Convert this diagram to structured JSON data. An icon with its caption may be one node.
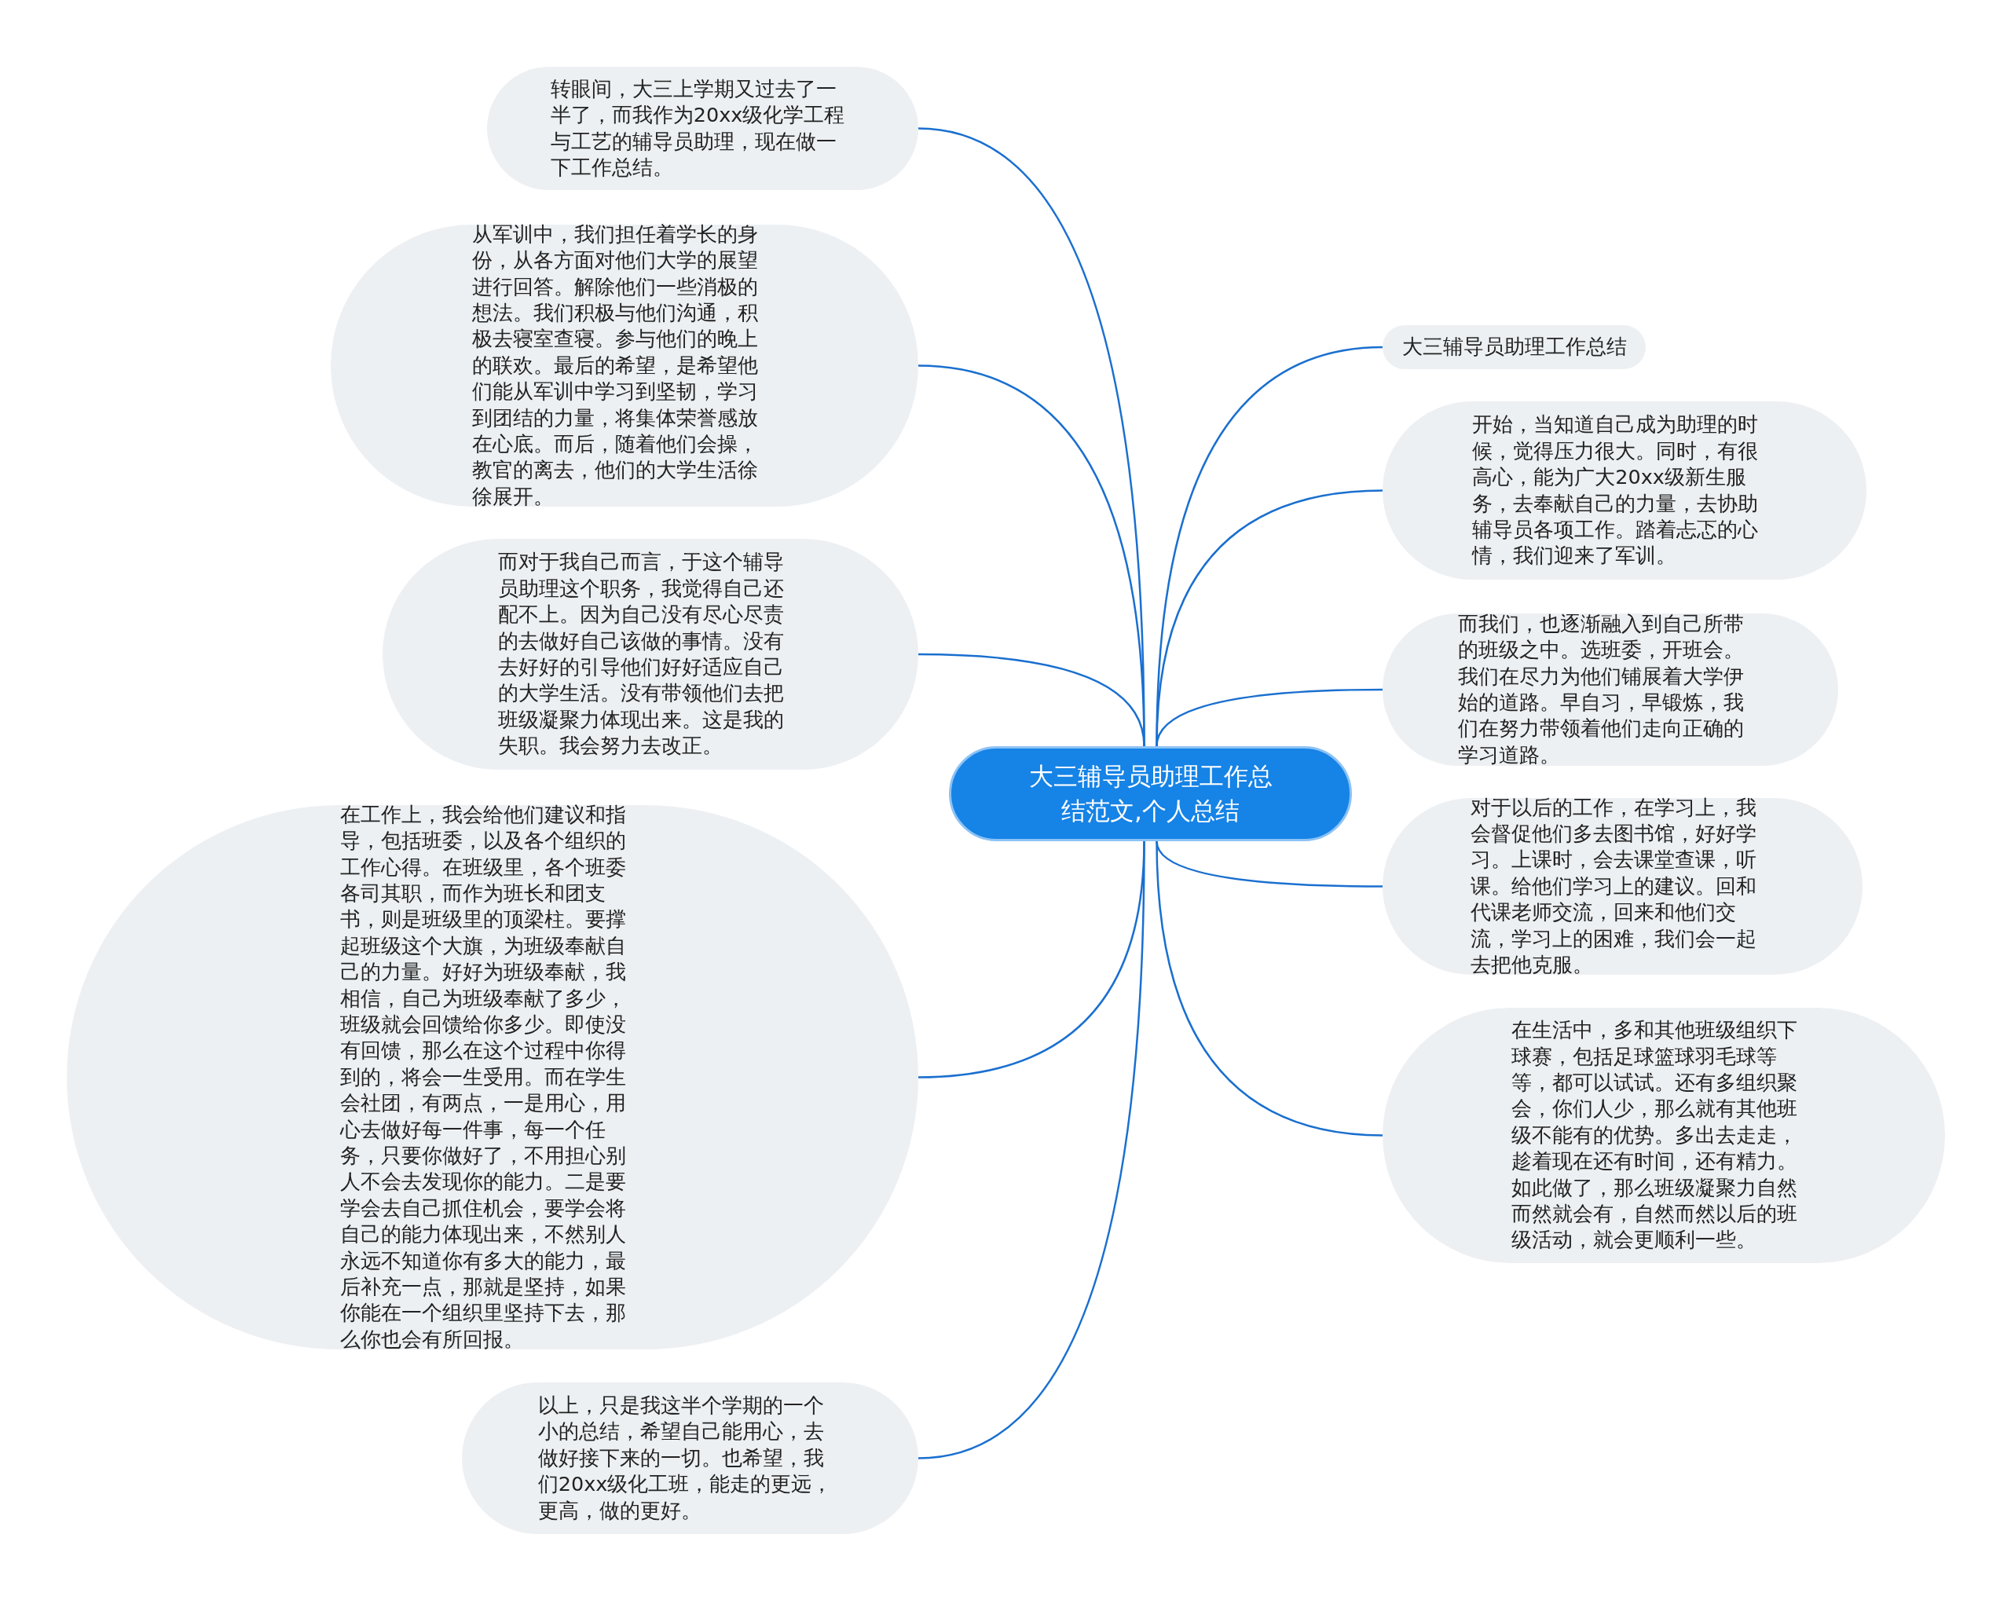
{
  "diagram": {
    "nodes": [
      {
        "text": [
          "大三辅导员助理工作总结范文,个人总结"
        ]
      },
      {
        "text": [
          "转眼间，大三上学期又过去了一半了，而我作为20xx级化学工程与工艺的辅导员助理，现在做一下工作总结。"
        ]
      },
      {
        "text": [
          "从军训中，我们担任着学长的身份，从各方面对他们大学的展望进行回答。解除他们一些消极的想法。我们积极与他们沟通，积极去寝室查寝。参与他们的晚上的联欢。最后的希望，是希望他们能从军训中学习到坚韧，学习到团结的力量，将集体荣誉感放在心底。而后，随着他们会操，教官的离去，他们的大学生活徐徐展开。"
        ]
      },
      {
        "text": [
          "而对于我自己而言，于这个辅导员助理这个职务，我觉得自己还配不上。因为自己没有尽心尽责的去做好自己该做的事情。没有去好好的引导他们好好适应自己的大学生活。没有带领他们去把班级凝聚力体现出来。这是我的失职。我会努力去改正。"
        ]
      },
      {
        "text": [
          "在工作上，我会给他们建议和指导，包括班委，以及各个组织的工作心得。在班级里，各个班委各司其职，而作为班长和团支书，则是班级里的顶梁柱。要撑起班级这个大旗，为班级奉献自己的力量。好好为班级奉献，我相信，自己为班级奉献了多少，班级就会回馈给你多少。即使没有回馈，那么在这个过程中你得到的，将会一生受用。而在学生会社团，有两点，一是用心，用心去做好每一件事，每一个任务，只要你做好了，不用担心别人不会去发现你的能力。二是要学会去自己抓住机会，要学会将自己的能力体现出来，不然别人永远不知道你有多大的能力，最后补充一点，那就是坚持，如果你能在一个组织里坚持下去，那么你也会有所回报。"
        ]
      },
      {
        "text": [
          "以上，只是我这半个学期的一个小的总结，希望自己能用心，去做好接下来的一切。也希望，我们20xx级化工班，能走的更远，更高，做的更好。"
        ]
      },
      {
        "text": [
          "大三辅导员助理工作总结"
        ]
      },
      {
        "text": [
          "开始，当知道自己成为助理的时候，觉得压力很大。同时，有很高心，能为广大20xx级新生服务，去奉献自己的力量，去协助辅导员各项工作。踏着忐忑的心情，我们迎来了军训。"
        ]
      },
      {
        "text": [
          "而我们，也逐渐融入到自己所带的班级之中。选班委，开班会。我们在尽力为他们铺展着大学伊始的道路。早自习，早锻炼，我们在努力带领着他们走向正确的学习道路。"
        ]
      },
      {
        "text": [
          "对于以后的工作，在学习上，我会督促他们多去图书馆，好好学习。上课时，会去课堂查课，听课。给他们学习上的建议。回和代课老师交流，回来和他们交流，学习上的困难，我们会一起去把他克服。"
        ]
      },
      {
        "text": [
          "在生活中，多和其他班级组织下球赛，包括足球篮球羽毛球等等，都可以试试。还有多组织聚会，你们人少，那么就有其他班级不能有的优势。多出去走走，趁着现在还有时间，还有精力。如此做了，那么班级凝聚力自然而然就会有，自然而然以后的班级活动，就会更顺利一些。"
        ]
      }
    ],
    "edges": [
      {
        "from": 0,
        "to": 1,
        "arrow": "none"
      },
      {
        "from": 0,
        "to": 2,
        "arrow": "none"
      },
      {
        "from": 0,
        "to": 3,
        "arrow": "none"
      },
      {
        "from": 0,
        "to": 4,
        "arrow": "none"
      },
      {
        "from": 0,
        "to": 5,
        "arrow": "none"
      },
      {
        "from": 0,
        "to": 6,
        "arrow": "none"
      },
      {
        "from": 0,
        "to": 7,
        "arrow": "none"
      },
      {
        "from": 0,
        "to": 8,
        "arrow": "none"
      },
      {
        "from": 0,
        "to": 9,
        "arrow": "none"
      },
      {
        "from": 0,
        "to": 10,
        "arrow": "none"
      }
    ]
  }
}
